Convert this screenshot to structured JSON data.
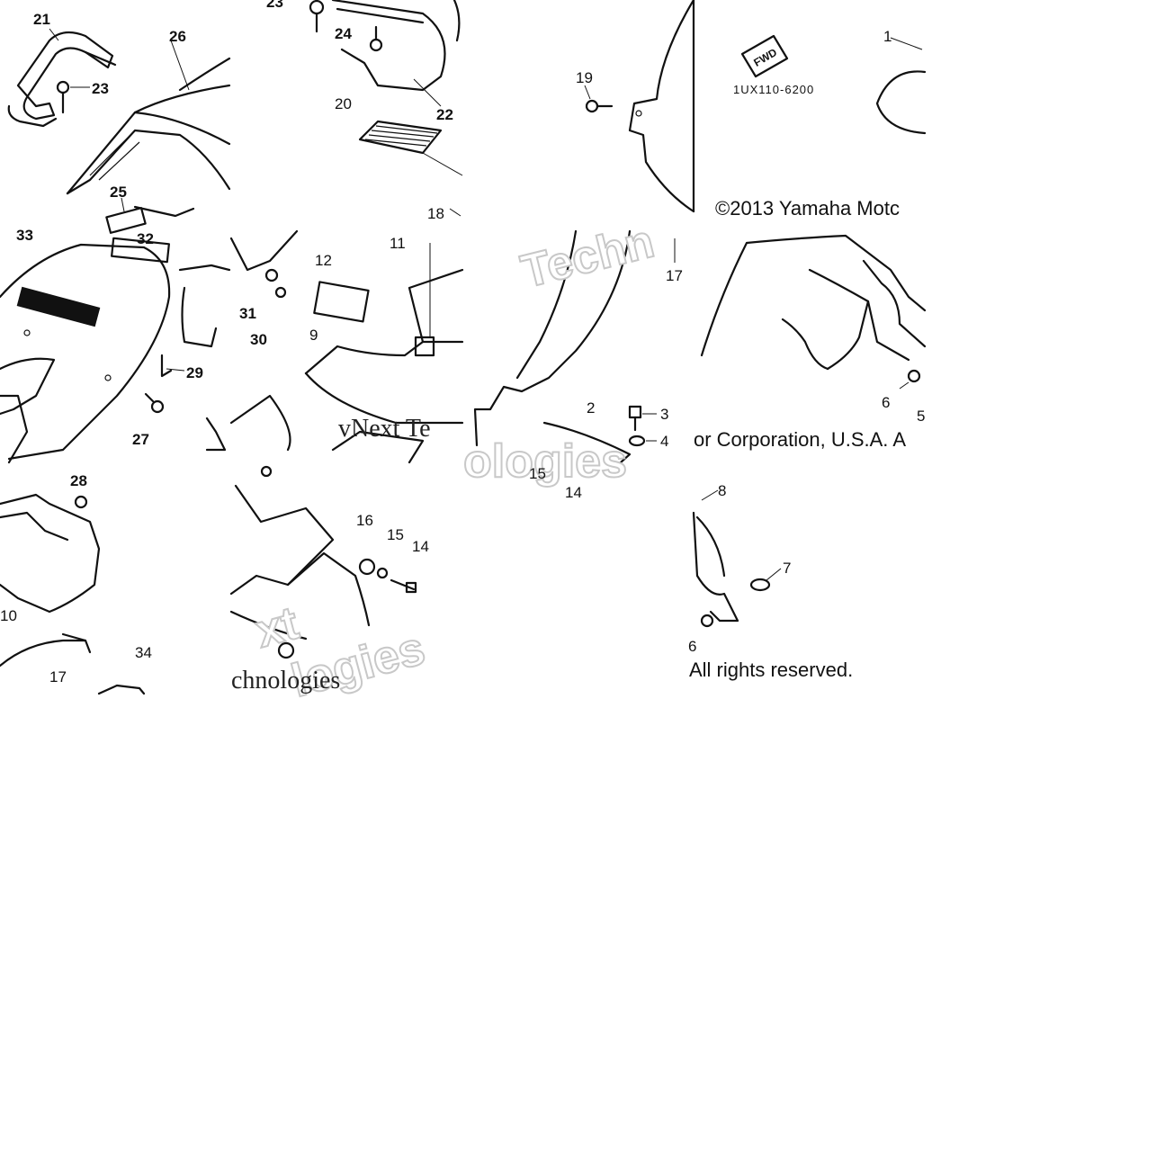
{
  "copyright": {
    "line1": "©2013 Yamaha Motc",
    "line2": "or Corporation, U.S.A. A",
    "line3": "All rights reserved."
  },
  "part_number": "1UX110-6200",
  "fwd_label": "FWD",
  "watermark": {
    "brand_a": "Techn",
    "brand_b": "vNext Te",
    "brand_c": "ologies",
    "brand_d": "xt",
    "brand_e": "chnologies",
    "brand_f": "logies"
  },
  "callouts": {
    "c21": "21",
    "c26": "26",
    "c23a": "23",
    "c25": "25",
    "c23b": "23",
    "c24": "24",
    "c22": "22",
    "c20": "20",
    "c19": "19",
    "c1": "1",
    "c33": "33",
    "c32": "32",
    "c31": "31",
    "c30": "30",
    "c29": "29",
    "c27": "27",
    "c18": "18",
    "c11": "11",
    "c12": "12",
    "c9": "9",
    "c17a": "17",
    "c2": "2",
    "c3": "3",
    "c4": "4",
    "c15a": "15",
    "c14a": "14",
    "c6": "6",
    "c5": "5",
    "c28": "28",
    "c10": "10",
    "c34": "34",
    "c17b": "17",
    "c16": "16",
    "c15b": "15",
    "c14b": "14",
    "c8": "8",
    "c7": "7",
    "c6b": "6"
  }
}
